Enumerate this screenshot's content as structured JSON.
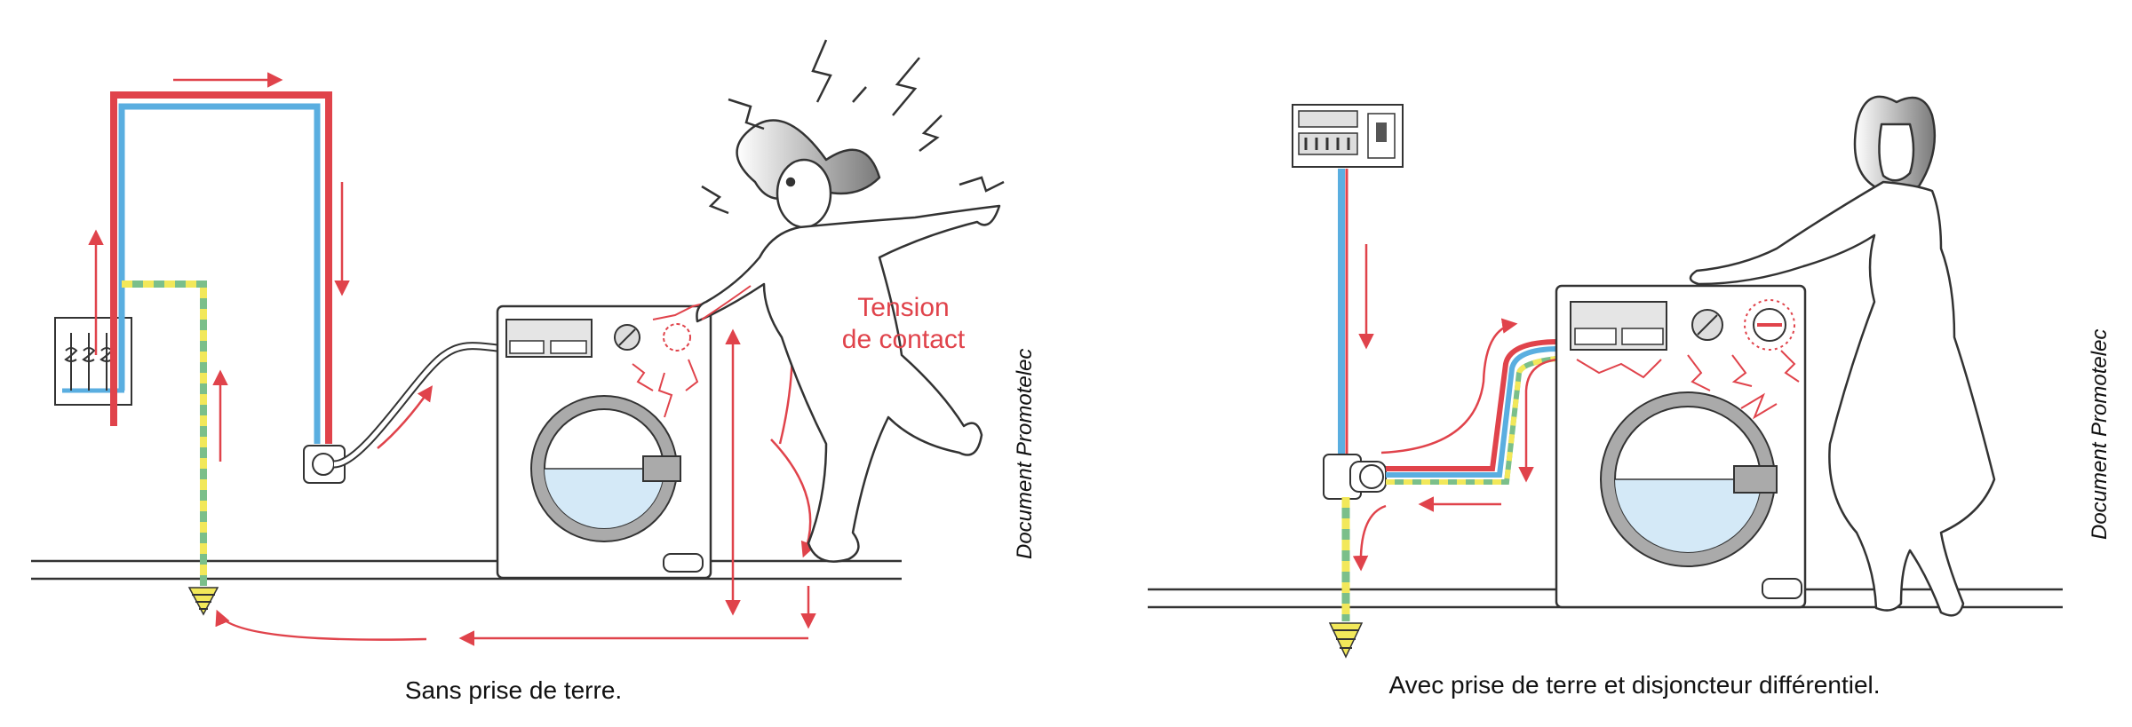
{
  "panels": [
    {
      "caption": "Sans prise de terre.",
      "credit": "Document Promotelec",
      "annotation": [
        "Tension",
        "de contact"
      ]
    },
    {
      "caption": "Avec prise de terre et disjoncteur différentiel.",
      "credit": "Document Promotelec"
    }
  ],
  "colors": {
    "phase": "#e0434b",
    "neutral": "#5aaee0",
    "earth_green": "#7bbf8a",
    "earth_yellow": "#f2e85a",
    "outline": "#333333",
    "water": "#d4e9f7"
  }
}
